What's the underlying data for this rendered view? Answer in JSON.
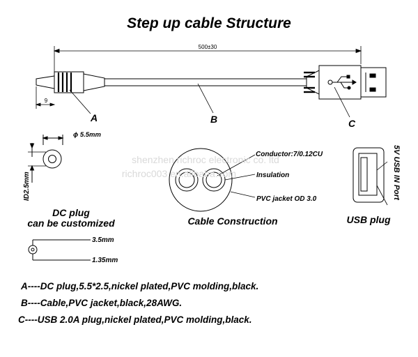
{
  "title": "Step up cable Structure",
  "dimensions": {
    "total_length": "500±30",
    "plug_pin": "9",
    "dc_diameter": "ϕ 5.5mm",
    "dc_inner": "ID2.5mm",
    "pin_outer": "3.5mm",
    "pin_inner": "1.35mm"
  },
  "callouts": {
    "a": "A",
    "b": "B",
    "c": "C"
  },
  "cable_construction": {
    "title": "Cable Construction",
    "conductor": "Conductor:7/0.12CU",
    "insulation": "Insulation",
    "jacket": "PVC jacket OD 3.0"
  },
  "dc_plug": {
    "title": "DC plug",
    "subtitle": "can be customized"
  },
  "usb_plug": {
    "title": "USB plug",
    "port_label": "5V USB IN Port"
  },
  "watermark": {
    "line1": "shenzhen richroc electronic co. ltd",
    "line2": "richroc003.en.alibaba.com"
  },
  "notes": [
    "A----DC plug,5.5*2.5,nickel plated,PVC molding,black.",
    "B----Cable,PVC jacket,black,28AWG.",
    "C----USB 2.0A plug,nickel plated,PVC molding,black."
  ]
}
